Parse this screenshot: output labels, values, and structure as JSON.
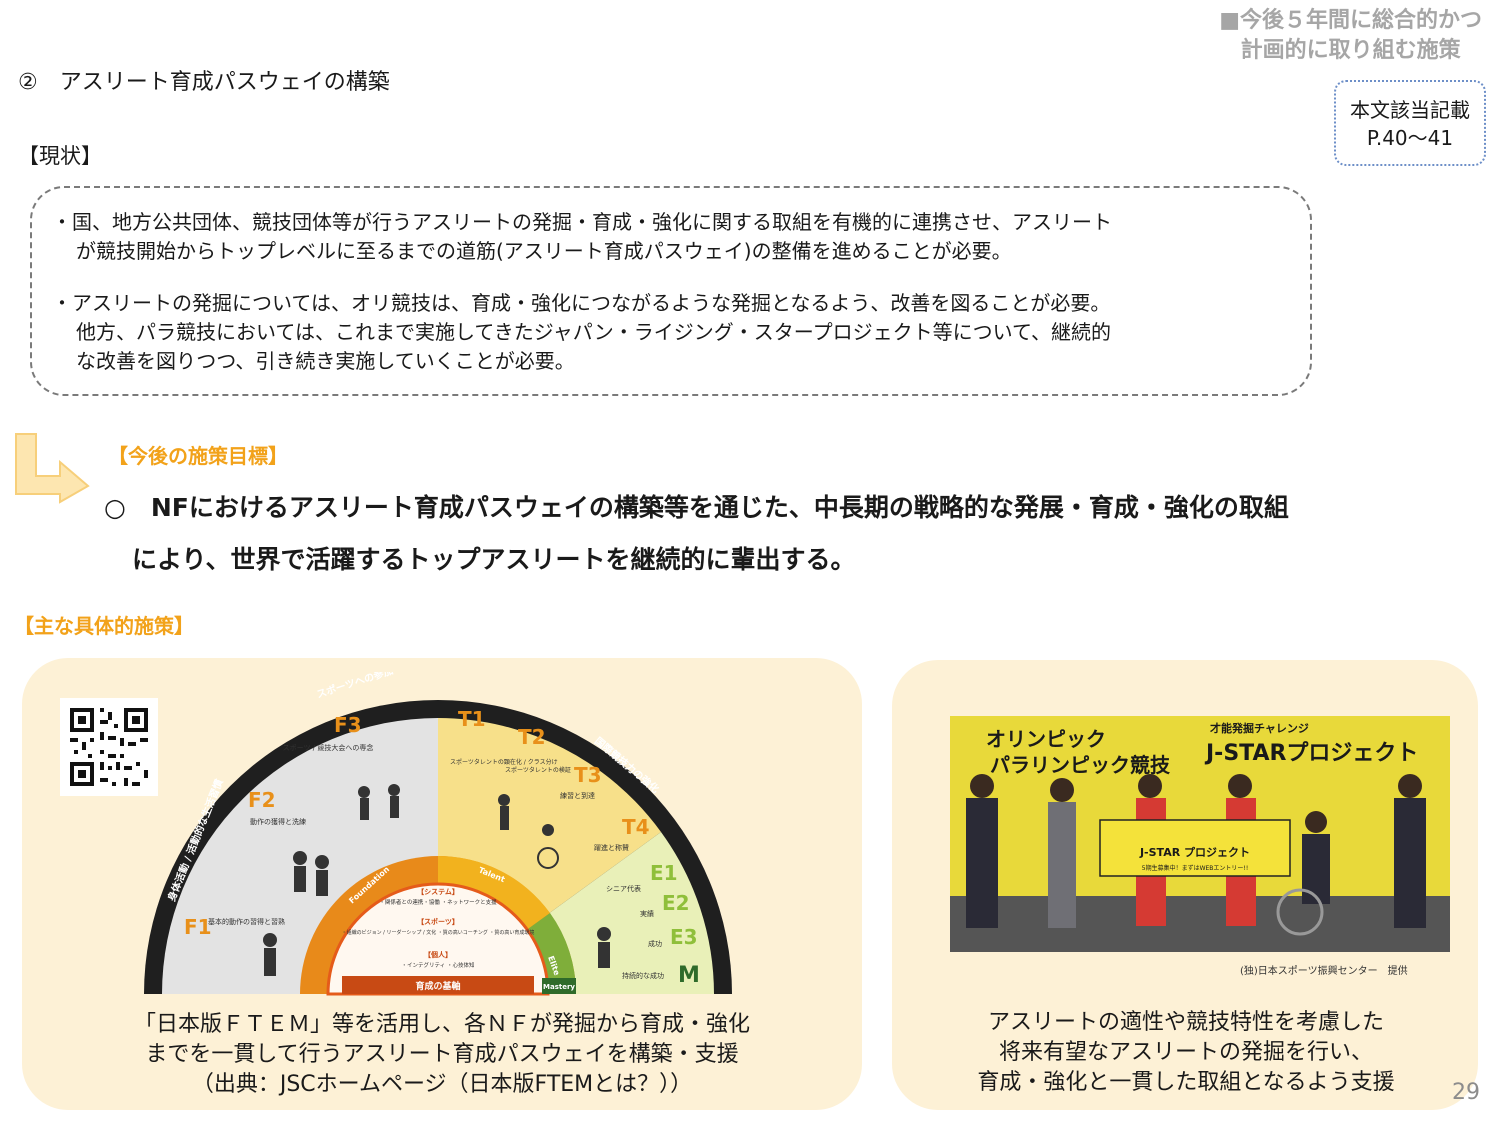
{
  "header": {
    "tag_line1": "■今後５年間に総合的かつ",
    "tag_line2": "計画的に取り組む施策",
    "section_title": "②　アスリート育成パスウェイの構築",
    "ref_line1": "本文該当記載",
    "ref_line2": "P.40～41"
  },
  "status": {
    "heading": "【現状】",
    "bullet1_line1": "・国、地方公共団体、競技団体等が行うアスリートの発掘・育成・強化に関する取組を有機的に連携させ、アスリート",
    "bullet1_line2": "が競技開始からトップレベルに至るまでの道筋(アスリート育成パスウェイ)の整備を進めることが必要。",
    "bullet2_line1": "・アスリートの発掘については、オリ競技は、育成・強化につながるような発掘となるよう、改善を図ることが必要。",
    "bullet2_line2": "他方、パラ競技においては、これまで実施してきたジャパン・ライジング・スタープロジェクト等について、継続的",
    "bullet2_line3": "な改善を図りつつ、引き続き実施していくことが必要。"
  },
  "goal": {
    "heading": "【今後の施策目標】",
    "line1": "○　NFにおけるアスリート育成パスウェイの構築等を通じた、中長期の戦略的な発展・育成・強化の取組",
    "line2": "により、世界で活躍するトップアスリートを継続的に輩出する。"
  },
  "measures": {
    "heading": "【主な具体的施策】",
    "left_caption_line1": "「日本版ＦＴＥＭ」等を活用し、各ＮＦが発掘から育成・強化",
    "left_caption_line2": "までを一貫して行うアスリート育成パスウェイを構築・支援",
    "left_caption_line3": "（出典：JSCホームページ（日本版FTEMとは？））",
    "right_caption_line1": "アスリートの適性や競技特性を考慮した",
    "right_caption_line2": "将来有望なアスリートの発掘を行い、",
    "right_caption_line3": "育成・強化と一貫した取組となるよう支援",
    "photo_credit": "(独)日本スポーツ振興センター　提供"
  },
  "ftem": {
    "arc_left": "スポーツへの参加",
    "arc_left2": "身体活動 / 活動的な生活習慣",
    "arc_right": "国際競技力の強化",
    "f1": "F1",
    "f1_desc": "基本的動作の習得と習熟",
    "f2": "F2",
    "f2_desc": "動作の獲得と洗練",
    "f3": "F3",
    "f3_desc": "スポーツ / 競技大会への専念",
    "t1": "T1",
    "t1_desc": "スポーツタレントの顕在化 / クラス分け",
    "t2": "T2",
    "t2_desc": "スポーツタレントの検証",
    "t3": "T3",
    "t3_desc": "練習と到達",
    "t4": "T4",
    "t4_desc": "躍進と称賛",
    "e1": "E1",
    "e1_desc": "シニア代表",
    "e2": "E2",
    "e2_desc": "実績",
    "e3": "E3",
    "e3_desc": "成功",
    "m": "M",
    "m_desc": "持続的な成功",
    "foundation": "Foundation",
    "talent": "Talent",
    "elite": "Elite",
    "mastery": "Mastery",
    "inner1_title": "【システム】",
    "inner1_text": "・関係者との連携・協働 ・ネットワークと支援",
    "inner2_title": "【スポーツ】",
    "inner2_text": "・組織のビジョン / リーダーシップ / 文化 ・質の高いコーチング ・質の高い育成環境",
    "inner3_title": "【個人】",
    "inner3_text": "・インテグリティ ・心技体知",
    "base": "育成の基軸"
  },
  "photo": {
    "banner_line1": "オリンピック",
    "banner_line2": "パラリンピック競技",
    "banner_right1": "才能発掘チャレンジ",
    "banner_right2": "J-STARプロジェクト",
    "sign_text": "J-STAR プロジェクト",
    "sign_sub": "5期生募集中！まずはWEBエントリー!!"
  },
  "page_number": "29",
  "colors": {
    "accent_orange": "#f2a21a",
    "header_gray": "#a6a6a6",
    "panel_bg": "#fdf1d6",
    "ref_border": "#6d8fc8"
  }
}
